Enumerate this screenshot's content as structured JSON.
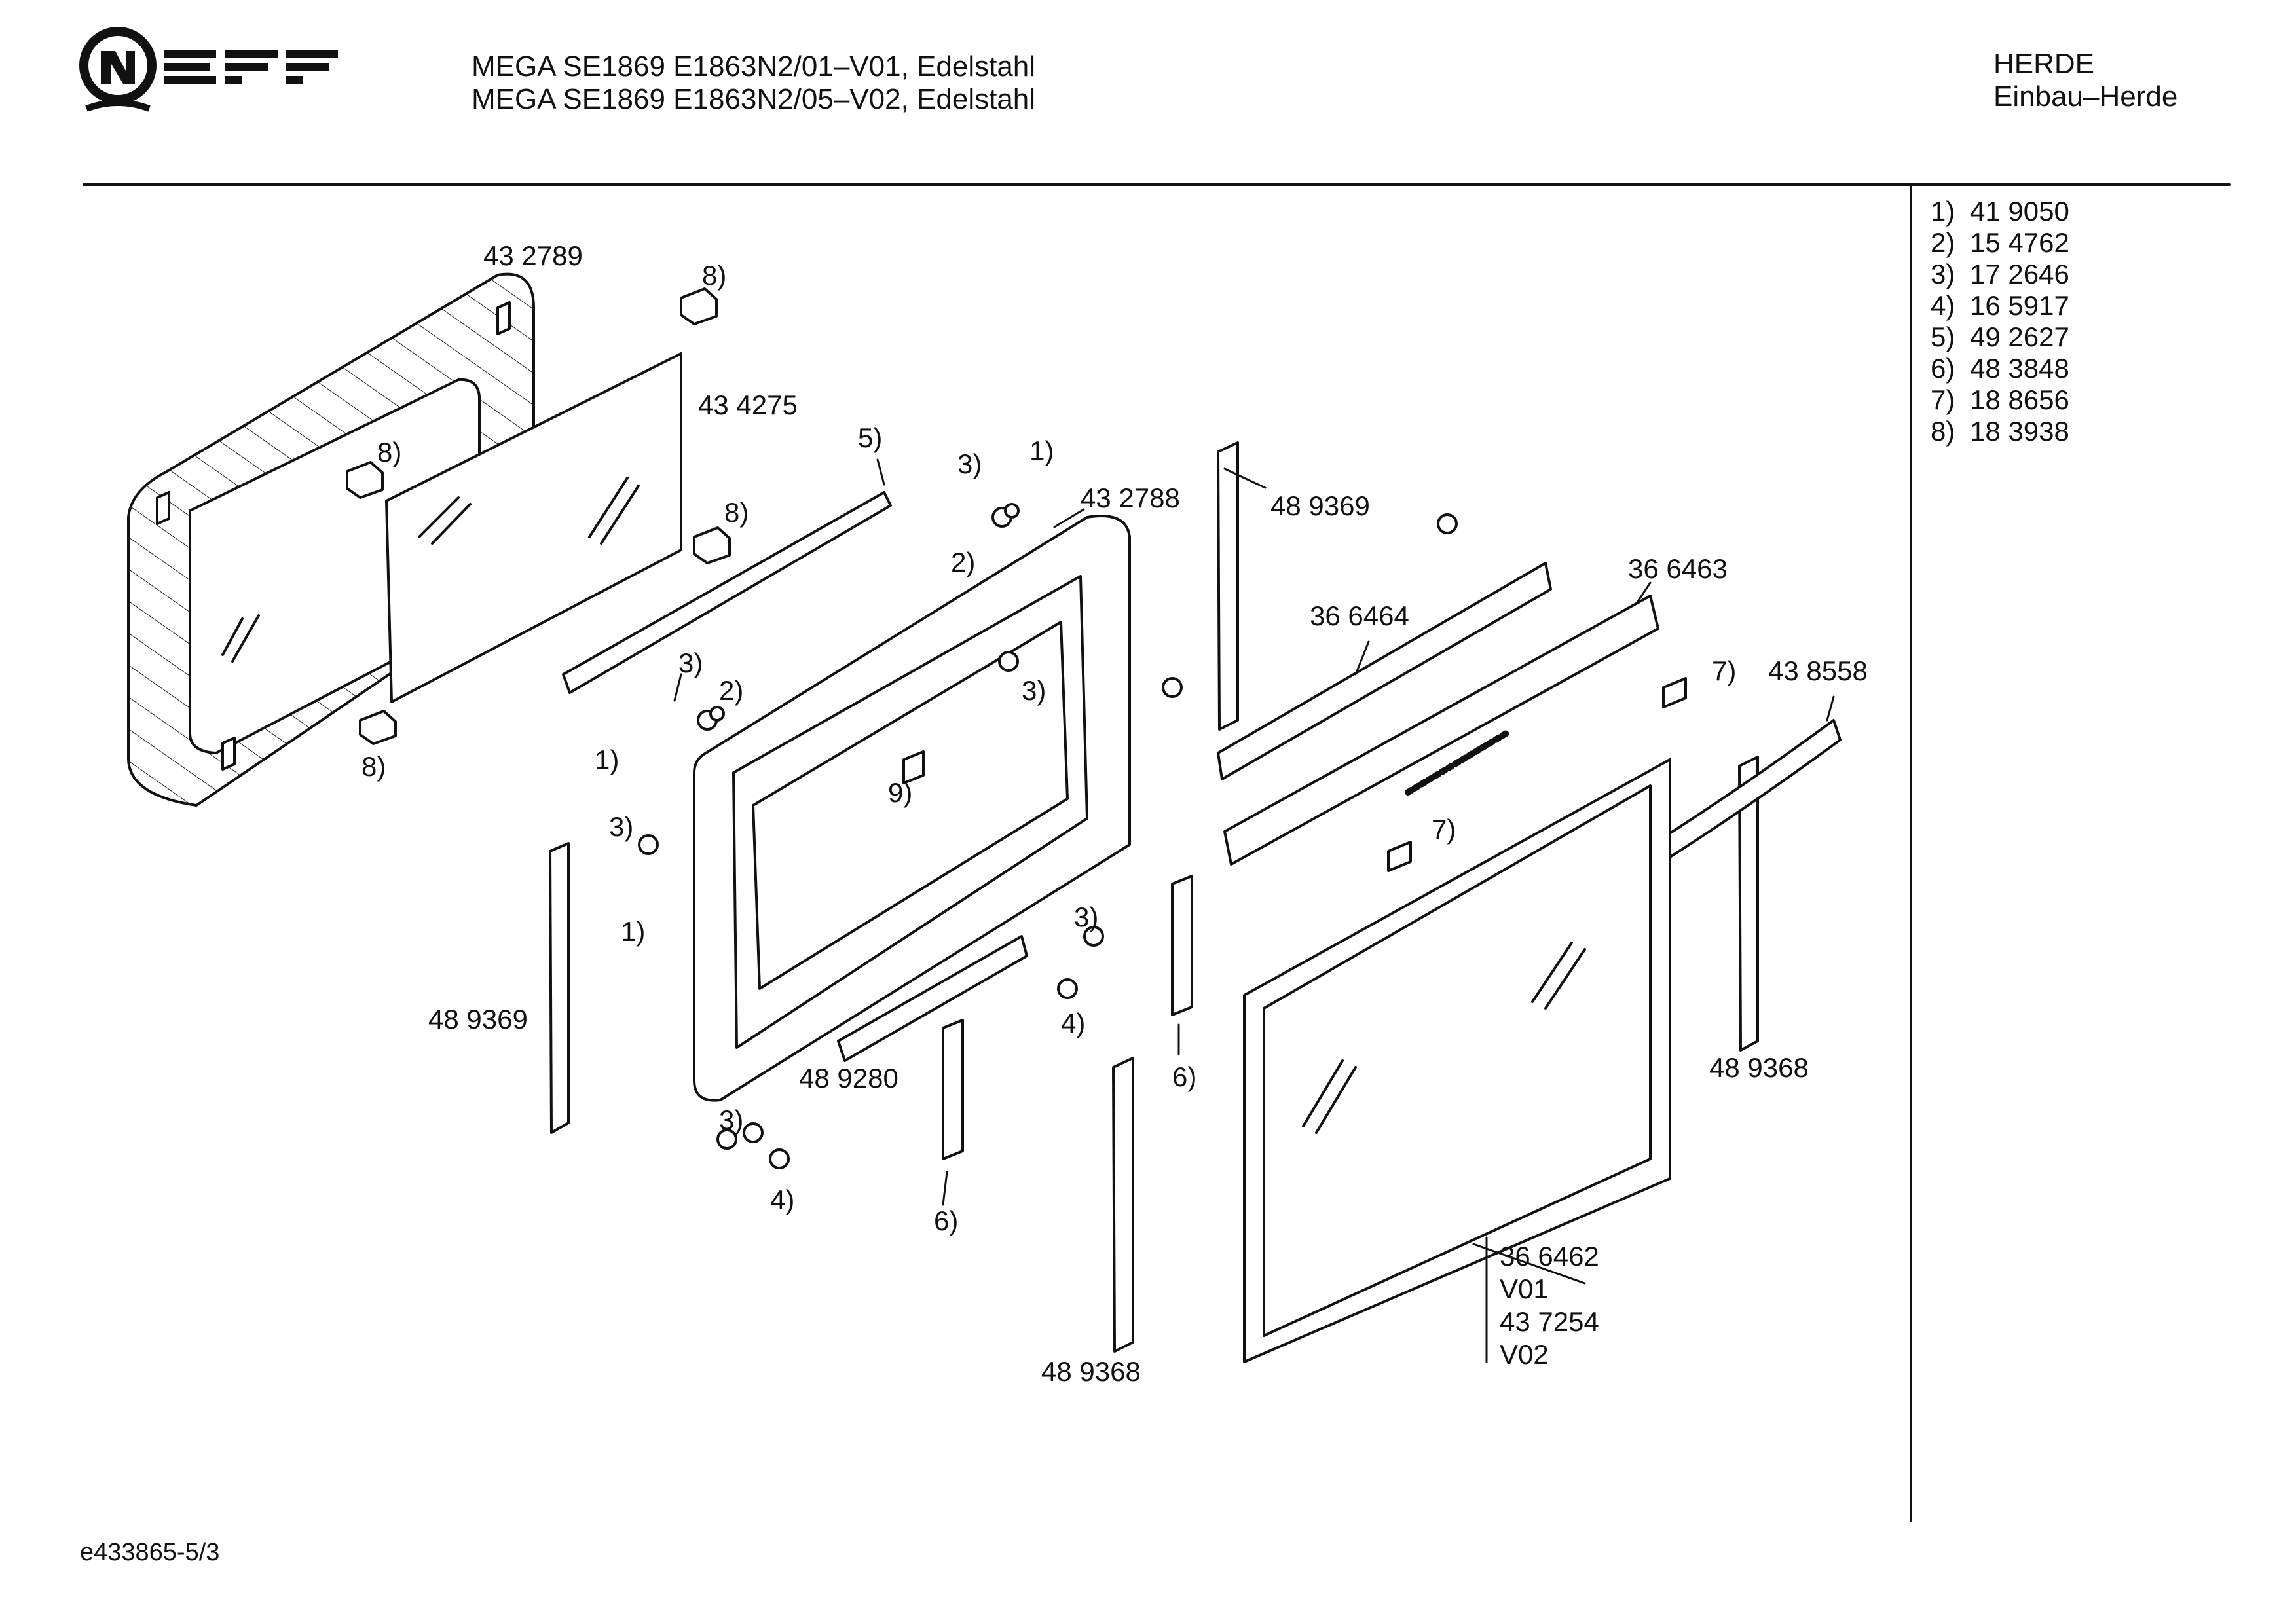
{
  "header": {
    "brand": "NEFF",
    "model_lines": [
      "MEGA SE1869 E1863N2/01–V01, Edelstahl",
      "MEGA SE1869 E1863N2/05–V02, Edelstahl"
    ],
    "category_lines": [
      "HERDE",
      "Einbau–Herde"
    ]
  },
  "legend": [
    {
      "key": "1)",
      "part": "41 9050"
    },
    {
      "key": "2)",
      "part": "15 4762"
    },
    {
      "key": "3)",
      "part": "17 2646"
    },
    {
      "key": "4)",
      "part": "16 5917"
    },
    {
      "key": "5)",
      "part": "49 2627"
    },
    {
      "key": "6)",
      "part": "48 3848"
    },
    {
      "key": "7)",
      "part": "18 8656"
    },
    {
      "key": "8)",
      "part": "18 3938"
    }
  ],
  "parts": {
    "outer_glass": "43 2789",
    "inner_glass": "43 4275",
    "inner_frame": "43 2788",
    "strip_upper_right": "48 9369",
    "strip_left": "48 9369",
    "strip_bottom": "48 9368",
    "strip_right": "48 9368",
    "lower_profile": "48 9280",
    "hinge_bar_upper": "36 6464",
    "hinge_bar_lower": "36 6463",
    "handle": "43 8558",
    "door_front_lines": [
      "36 6462",
      "V01",
      "43 7254",
      "V02"
    ]
  },
  "callouts": {
    "c1": "8)",
    "c2": "8)",
    "c3": "8)",
    "c4": "8)",
    "c5": "5)",
    "c6": "3)",
    "c7": "1)",
    "c8": "2)",
    "c9": "3)",
    "c10": "2)",
    "c11": "3)",
    "c12": "1)",
    "c13": "9)",
    "c14": "3)",
    "c15": "1)",
    "c16": "3)",
    "c17": "4)",
    "c18": "6)",
    "c19": "3)",
    "c20": "4)",
    "c21": "6)",
    "c22": "7)",
    "c23": "7)"
  },
  "footer": {
    "code": "e433865-5/3"
  }
}
